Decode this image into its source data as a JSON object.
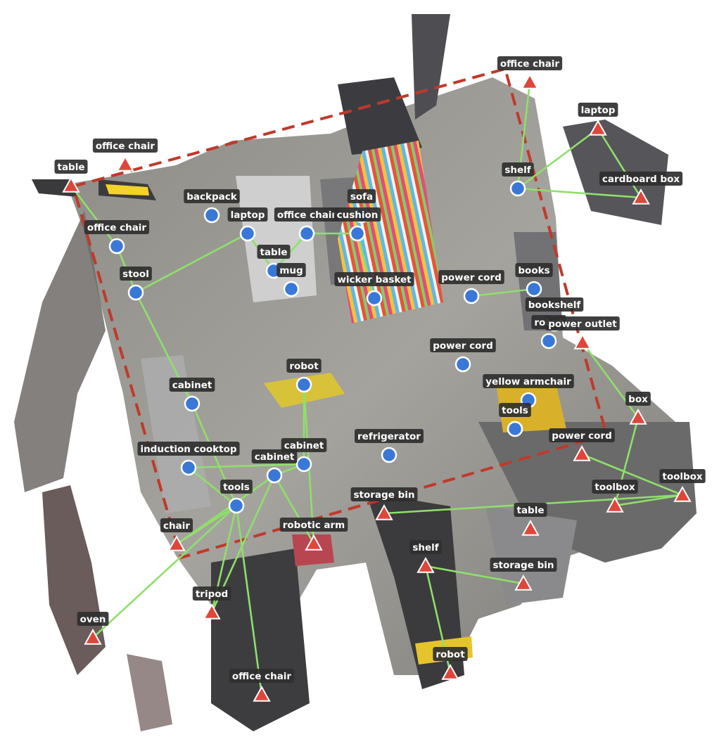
{
  "colors": {
    "background": "#ffffff",
    "object_node": "#3a78d8",
    "place_node": "#e0453a",
    "edge": "#8ee06a",
    "room_boundary": "#c0392b",
    "label_bg": "#2f2f2f",
    "label_text": "#ffffff"
  },
  "node_shapes": {
    "object": "circle",
    "place": "triangle"
  },
  "objects": [
    {
      "label": "backpack"
    },
    {
      "label": "laptop"
    },
    {
      "label": "office chair"
    },
    {
      "label": "sofa"
    },
    {
      "label": "cushion"
    },
    {
      "label": "table"
    },
    {
      "label": "mug"
    },
    {
      "label": "wicker basket"
    },
    {
      "label": "office chair"
    },
    {
      "label": "stool"
    },
    {
      "label": "power cord"
    },
    {
      "label": "books"
    },
    {
      "label": "shelf"
    },
    {
      "label": "bookshelf"
    },
    {
      "label": "robot"
    },
    {
      "label": "power cord"
    },
    {
      "label": "robot"
    },
    {
      "label": "yellow armchair"
    },
    {
      "label": "tools"
    },
    {
      "label": "cabinet"
    },
    {
      "label": "refrigerator"
    },
    {
      "label": "cabinet"
    },
    {
      "label": "induction cooktop"
    },
    {
      "label": "cabinet"
    },
    {
      "label": "tools"
    }
  ],
  "places": [
    {
      "label": "office chair"
    },
    {
      "label": "laptop"
    },
    {
      "label": "cardboard box"
    },
    {
      "label": "office chair"
    },
    {
      "label": "table"
    },
    {
      "label": "power outlet"
    },
    {
      "label": "box"
    },
    {
      "label": "power cord"
    },
    {
      "label": "toolbox"
    },
    {
      "label": "toolbox"
    },
    {
      "label": "table"
    },
    {
      "label": "storage bin"
    },
    {
      "label": "shelf"
    },
    {
      "label": "storage bin"
    },
    {
      "label": "robotic arm"
    },
    {
      "label": "chair"
    },
    {
      "label": "tripod"
    },
    {
      "label": "oven"
    },
    {
      "label": "office chair"
    },
    {
      "label": "robot"
    }
  ],
  "edges": [
    [
      "p0",
      "o12"
    ],
    [
      "p1",
      "o12"
    ],
    [
      "p1",
      "p2"
    ],
    [
      "o12",
      "p2"
    ],
    [
      "p4",
      "o8"
    ],
    [
      "o8",
      "o9"
    ],
    [
      "o9",
      "o1"
    ],
    [
      "o1",
      "o5"
    ],
    [
      "o2",
      "o5"
    ],
    [
      "o2",
      "o4"
    ],
    [
      "o4",
      "o7"
    ],
    [
      "o9",
      "o19"
    ],
    [
      "o19",
      "o24"
    ],
    [
      "o22",
      "o24"
    ],
    [
      "o22",
      "o21"
    ],
    [
      "o21",
      "o23"
    ],
    [
      "o16",
      "o21"
    ],
    [
      "o16",
      "p14"
    ],
    [
      "o23",
      "p14"
    ],
    [
      "o24",
      "p15"
    ],
    [
      "o24",
      "p16"
    ],
    [
      "o24",
      "p17"
    ],
    [
      "o24",
      "p18"
    ],
    [
      "o23",
      "p16"
    ],
    [
      "o23",
      "p15"
    ],
    [
      "o10",
      "o11"
    ],
    [
      "p5",
      "p6"
    ],
    [
      "p6",
      "p9"
    ],
    [
      "p8",
      "p9"
    ],
    [
      "p7",
      "p8"
    ],
    [
      "p8",
      "p13"
    ],
    [
      "p11",
      "p12"
    ],
    [
      "p12",
      "p19"
    ]
  ]
}
